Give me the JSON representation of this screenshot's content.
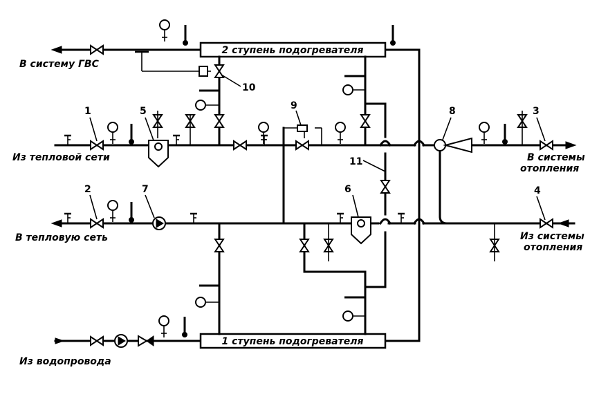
{
  "labels": {
    "to_hot_water": "В систему ГВС",
    "from_heat_network": "Из тепловой сети",
    "to_heat_network": "В тепловую сеть",
    "from_water_supply": "Из водопровода",
    "to_heating_1": "В системы",
    "to_heating_2": "отопления",
    "from_heating_1": "Из системы",
    "from_heating_2": "отопления"
  },
  "heater": {
    "stage2": "2 ступень подогревателя",
    "stage1": "1 ступень подогревателя"
  },
  "callouts": [
    "1",
    "2",
    "3",
    "4",
    "5",
    "6",
    "7",
    "8",
    "9",
    "10",
    "11"
  ]
}
